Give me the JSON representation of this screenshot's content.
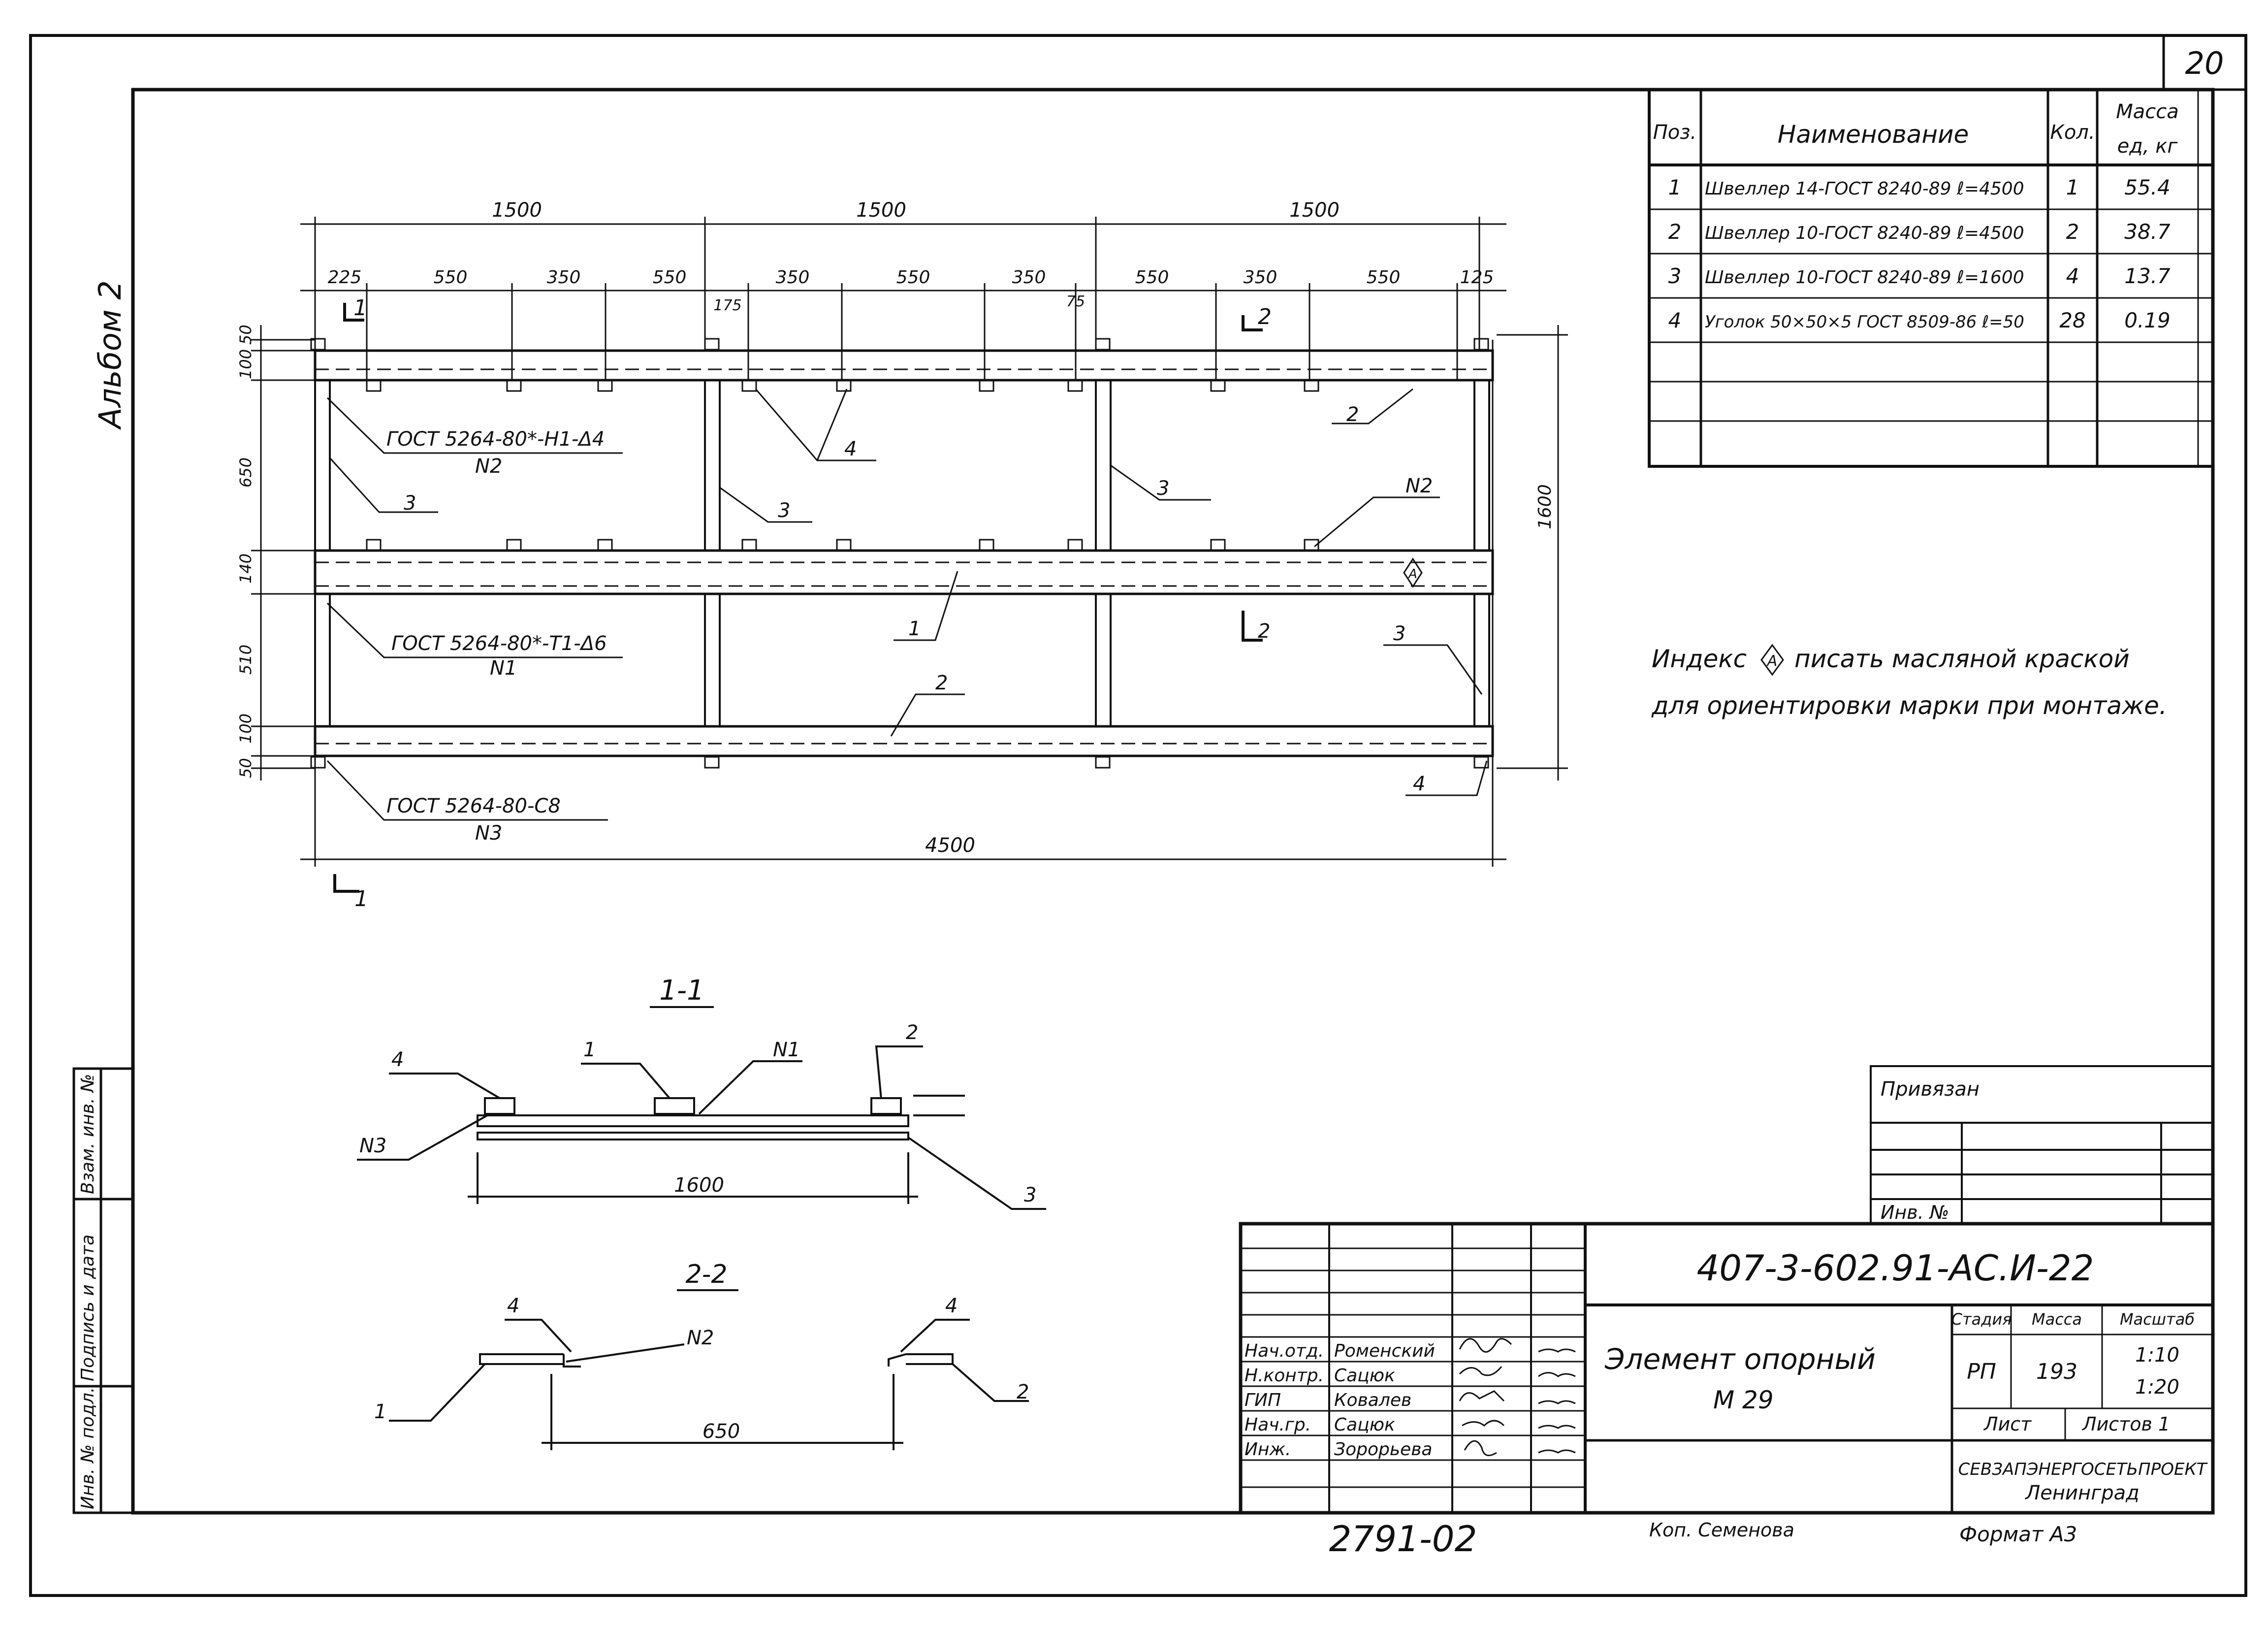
{
  "sheet_number": "20",
  "album_label": "Альбом 2",
  "spec_table": {
    "headers": {
      "pos": "Поз.",
      "name": "Наименование",
      "qty": "Кол.",
      "mass_1": "Масса",
      "mass_2": "ед, кг"
    },
    "rows": [
      {
        "pos": "1",
        "name": "Швеллер 14-ГОСТ 8240-89 ℓ=4500",
        "qty": "1",
        "mass": "55.4"
      },
      {
        "pos": "2",
        "name": "Швеллер 10-ГОСТ 8240-89 ℓ=4500",
        "qty": "2",
        "mass": "38.7"
      },
      {
        "pos": "3",
        "name": "Швеллер 10-ГОСТ 8240-89 ℓ=1600",
        "qty": "4",
        "mass": "13.7"
      },
      {
        "pos": "4",
        "name": "Уголок 50×50×5 ГОСТ 8509-86 ℓ=50",
        "qty": "28",
        "mass": "0.19"
      }
    ]
  },
  "plan": {
    "top_dims": [
      "1500",
      "1500",
      "1500"
    ],
    "sub_dims": [
      "225",
      "550",
      "350",
      "550",
      "350",
      "550",
      "350",
      "550",
      "350",
      "550",
      "125"
    ],
    "small_dims": [
      "175",
      "75"
    ],
    "left_dims": [
      "50",
      "100",
      "650",
      "140",
      "510",
      "100",
      "50"
    ],
    "total_width": "4500",
    "total_height": "1600",
    "weld_labels": {
      "w1_text": "ГОСТ 5264-80*-Н1-Δ4",
      "w1_mark": "N2",
      "w2_text": "ГОСТ 5264-80*-Т1-Δ6",
      "w2_mark": "N1",
      "w3_text": "ГОСТ 5264-80-С8",
      "w3_mark": "N3",
      "n2_right": "N2"
    },
    "leaders": {
      "p2_top": "2",
      "p4_top": "4",
      "p3_left": "3",
      "p3_mid": "3",
      "p3_right": "3",
      "p1": "1",
      "p2_bottom": "2",
      "p3_br": "3",
      "p4_br": "4"
    },
    "section_marks": {
      "s1_top": "1",
      "s2_top": "2",
      "s2_mid": "2",
      "s1_bottom": "1"
    },
    "index_letter": "А"
  },
  "note": {
    "line1a": "Индекс",
    "index_letter": "А",
    "line1b": "писать масляной краской",
    "line2": "для ориентировки марки при монтаже."
  },
  "section_1_1": {
    "title": "1-1",
    "dim": "1600",
    "labels": {
      "p4": "4",
      "p1": "1",
      "n1": "N1",
      "p2": "2",
      "n3": "N3",
      "p3": "3"
    }
  },
  "section_2_2": {
    "title": "2-2",
    "dim": "650",
    "labels": {
      "p4a": "4",
      "n2": "N2",
      "p1": "1",
      "p4b": "4",
      "p2": "2"
    }
  },
  "side_stamp": {
    "cells": [
      "Инв. № подл.",
      "Подпись и дата",
      "Взам. инв. №"
    ]
  },
  "privyazan": {
    "title": "Привязан",
    "inv": "Инв. №"
  },
  "title_block": {
    "code": "407-3-602.91-АС.И-22",
    "staff": [
      {
        "role": "Нач.отд.",
        "name": "Роменский"
      },
      {
        "role": "Н.контр.",
        "name": "Сацюк"
      },
      {
        "role": "ГИП",
        "name": "Ковалев"
      },
      {
        "role": "Нач.гр.",
        "name": "Сацюк"
      },
      {
        "role": "Инж.",
        "name": "Зорорьева"
      }
    ],
    "title_line1": "Элемент опорный",
    "title_line2": "М 29",
    "col_stage": "Стадия",
    "col_mass": "Масса",
    "col_scale": "Масштаб",
    "stage": "РП",
    "mass": "193",
    "scale_1": "1:10",
    "scale_2": "1:20",
    "sheet": "Лист",
    "sheets": "Листов 1",
    "org_1": "СЕВЗАПЭНЕРГОСЕТЬПРОЕКТ",
    "org_2": "Ленинград"
  },
  "footer": {
    "drawing_number": "2791-02",
    "copied": "Коп. Семенова",
    "format": "Формат А3"
  }
}
